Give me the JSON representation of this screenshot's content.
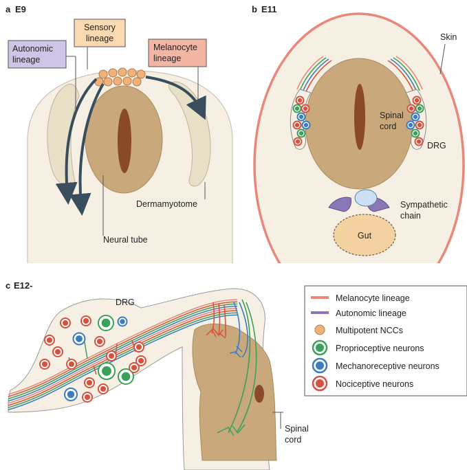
{
  "panel_a": {
    "letter": "a",
    "stage": "E9",
    "sensory": [
      "Sensory",
      "lineage"
    ],
    "autonomic": [
      "Autonomic",
      "lineage"
    ],
    "melanocyte": [
      "Melanocyte",
      "lineage"
    ],
    "dermamyotome": "Dermamyotome",
    "neural_tube": "Neural tube"
  },
  "panel_b": {
    "letter": "b",
    "stage": "E11",
    "skin": "Skin",
    "spinal_cord": [
      "Spinal",
      "cord"
    ],
    "drg": "DRG",
    "sympathetic": [
      "Sympathetic",
      "chain"
    ],
    "gut": "Gut"
  },
  "panel_c": {
    "letter": "c",
    "stage": "E12-",
    "drg": "DRG",
    "spinal_cord": [
      "Spinal",
      "cord"
    ]
  },
  "legend": {
    "melanocyte": "Melanocyte lineage",
    "autonomic": "Autonomic lineage",
    "multipotent": "Multipotent NCCs",
    "proprioceptive": "Proprioceptive neurons",
    "mechanoreceptive": "Mechanoreceptive neurons",
    "nociceptive": "Nociceptive neurons"
  },
  "colors": {
    "background_tissue": "#f5f0e3",
    "neural_tube": "#c9a87c",
    "lumen": "#8a4a2a",
    "melanocyte": "#e8877a",
    "autonomic": "#8b77b5",
    "multipotent": "#f0b27a",
    "proprioceptive": "#3aa05a",
    "mechanoreceptive": "#3a7cc0",
    "nociceptive": "#d8513c",
    "arrow": "#3a4d5c"
  }
}
